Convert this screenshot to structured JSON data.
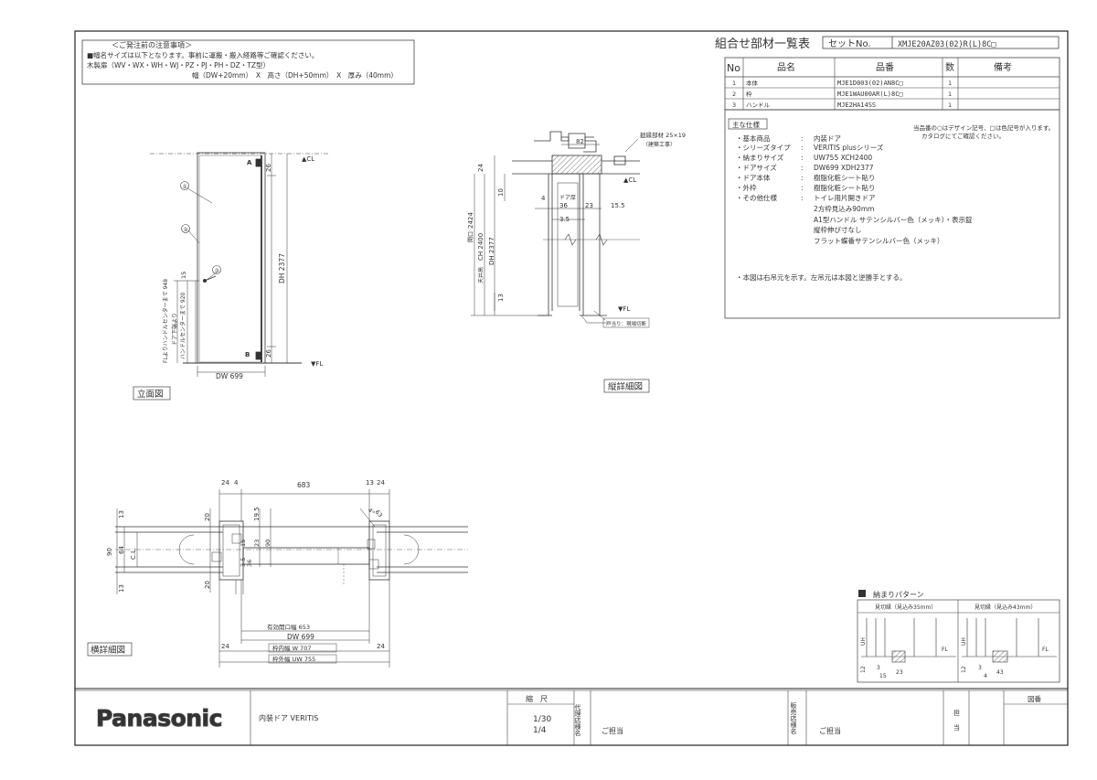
{
  "notes": {
    "title": "＜ご発注前の注意事項＞",
    "line1": "■幅名サイズは以下となります。事前に運搬・搬入経路等ご確認ください。",
    "line2": "木製扉（WV・WX・WH・WJ・PZ・PJ・PH・DZ・TZ型）",
    "line3": "幅（DW+20mm）　X　高さ（DH+50mm）　X　厚み（40mm）"
  },
  "parts": {
    "title": "組合せ部材一覧表",
    "set_label": "セットNo.",
    "set_no": "XMJE20AZ03(02)R(L)8C□",
    "headers": [
      "No",
      "品名",
      "品番",
      "数",
      "備考"
    ],
    "rows": [
      {
        "no": "1",
        "name": "本体",
        "code": "MJE1D003(02)AN8C□",
        "qty": "1",
        "note": ""
      },
      {
        "no": "2",
        "name": "枠",
        "code": "MJE1WAU00AR(L)8C□",
        "qty": "1",
        "note": ""
      },
      {
        "no": "3",
        "name": "ハンドル",
        "code": "MJE2HA14SS",
        "qty": "1",
        "note": ""
      }
    ]
  },
  "specs": {
    "header": "主な仕様",
    "remark1": "当品番の○はデザイン記号、□は色記号が入ります。",
    "remark2": "カタログにてご確認ください。",
    "items": [
      {
        "label": "・基本商品",
        "value": "内装ドア"
      },
      {
        "label": "・シリーズタイプ",
        "value": "VERITIS plusシリーズ"
      },
      {
        "label": "・納まりサイズ",
        "value": "UW755 XCH2400"
      },
      {
        "label": "・ドアサイズ",
        "value": "DW699 XDH2377"
      },
      {
        "label": "・ドア本体",
        "value": "樹脂化粧シート貼り"
      },
      {
        "label": "・外枠",
        "value": "樹脂化粧シート貼り"
      },
      {
        "label": "・その他仕様",
        "value": "トイレ用片開きドア"
      }
    ],
    "extra": [
      "2方枠見込み90mm",
      "A1型ハンドル サテンシルバー色（メッキ）・表示錠",
      "縦枠伸び寸なし",
      "フラット蝶番サテンシルバー色（メッキ）"
    ],
    "footnote": "・本図は右吊元を示す。左吊元は本図と逆勝手とする。"
  },
  "elevation": {
    "caption": "立面図",
    "dw": "DW 699",
    "dh": "DH 2377",
    "d26a": "26",
    "d26b": "26",
    "cl": "▲CL",
    "fl": "▼FL",
    "label_a": "A",
    "label_b": "B",
    "callouts": [
      "①",
      "②",
      "③"
    ],
    "side1": "FLよりハンドルセンターまで 948",
    "side2": "ドア下端より",
    "side3": "ハンドルセンターまで 920",
    "d15": "15"
  },
  "vertical": {
    "caption": "縦詳細図",
    "ceiling_member": "廻縁部材 25×19",
    "ceiling_note": "（建築工事）",
    "d82": "82",
    "d24": "24",
    "d10": "10",
    "d4": "4",
    "door_thickness": "ドア厚",
    "d36": "36",
    "d23": "23",
    "d15_5": "15.5",
    "d3_5": "3.5",
    "ceiling_h": "天井高",
    "ch": "CH 2400",
    "rough_h": "開口",
    "d2424": "2424",
    "dh": "DH 2377",
    "d13": "13",
    "cl": "▲CL",
    "fl": "▼FL",
    "undercut": "戸当り：現場切断"
  },
  "horizontal": {
    "caption": "横詳細図",
    "d24a": "24",
    "d4a": "4",
    "d683": "683",
    "d13r": "13",
    "d24b": "24",
    "d19_5": "19.5",
    "d20a": "20",
    "d20b": "20",
    "cl": "C.L.",
    "d90": "90",
    "d64": "64",
    "d13a": "13",
    "d13b": "13",
    "d36": "36",
    "d3_5": "3.5",
    "d23": "23",
    "d15": "15",
    "d90b": "90",
    "d63": "63",
    "clear": "有効開口幅 653",
    "dw": "DW 699",
    "frame_inner": "枠内幅 W 707",
    "frame_outer": "枠外幅 UW 755",
    "d24c": "24",
    "d24d": "24",
    "angle": "4°"
  },
  "pattern": {
    "title": "納まりパターン",
    "col1": "見切縁（見込み35mm）",
    "col2": "見切縁（見込み43mm）",
    "uh": "UH",
    "fl": "FL",
    "n12a": "12",
    "n12b": "12",
    "n3a": "3",
    "n3b": "3",
    "n15": "15",
    "n23": "23",
    "n4": "4",
    "n43": "43"
  },
  "titleblock": {
    "brand": "Panasonic",
    "product": "内装ドア VERITIS",
    "scale_label": "縮　尺",
    "scale1": "1/30",
    "scale2": "1/4",
    "agent_label": "代理店様名",
    "agent_value": "ご担当",
    "dealer_label": "販売店様名",
    "dealer_value": "ご担当",
    "charge_label1": "担",
    "charge_label2": "当",
    "dwg_no": "図番"
  }
}
